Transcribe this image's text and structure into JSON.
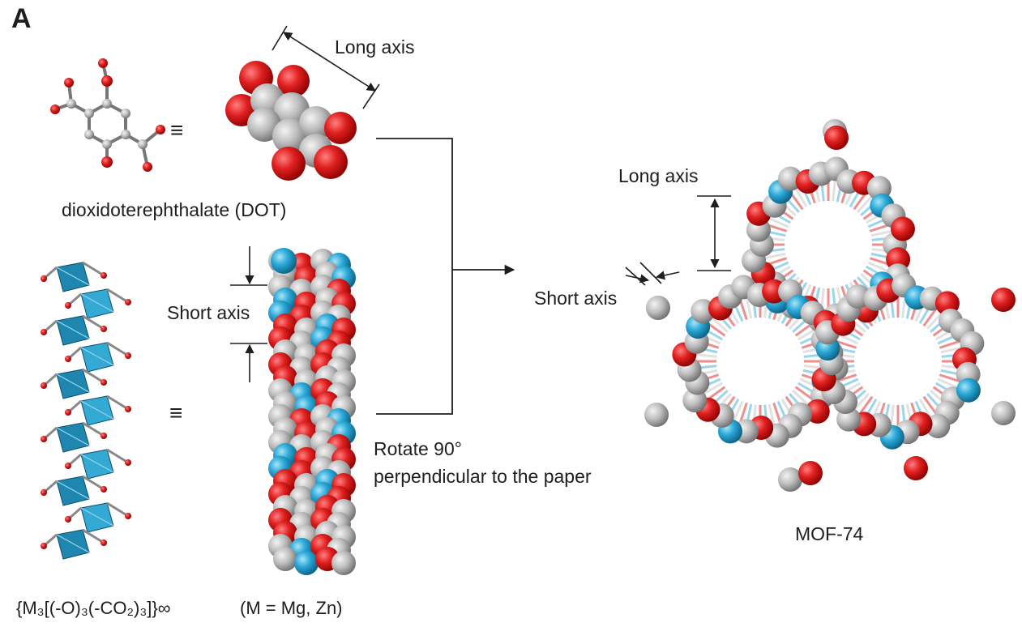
{
  "figure": {
    "panel_label": "A",
    "long_axis_top": "Long axis",
    "linker_name": "dioxidoterephthalate (DOT)",
    "short_axis_left": "Short axis",
    "rotate_line1": "Rotate 90°",
    "rotate_line2": "perpendicular to the paper",
    "long_axis_right": "Long axis",
    "short_axis_right": "Short axis",
    "framework_name": "MOF-74",
    "chain_formula": "{M₃[(-O)₃(-CO₂)₃]}∞",
    "metals": "(M = Mg, Zn)",
    "equivalence_symbol": "≡"
  },
  "colors": {
    "oxygen": "#e02020",
    "carbon": "#b4b4b4",
    "metal": "#2aa8d8",
    "line": "#1e1e1e"
  }
}
